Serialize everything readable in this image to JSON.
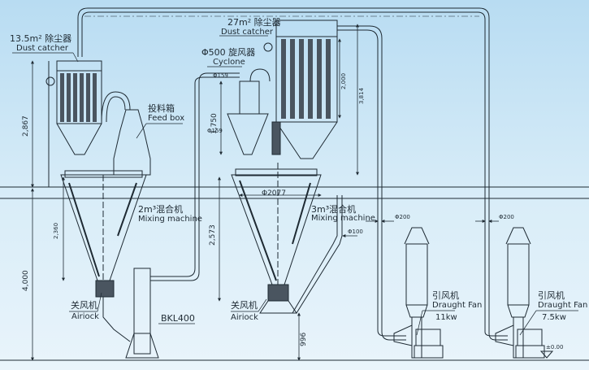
{
  "diagram": {
    "title": "Double-cone screw mixing line with dust collection",
    "colors": {
      "background": "#c5e3f5",
      "line": "#1e2a33",
      "fill_dark": "#4a5560"
    },
    "labels": {
      "dust_catcher_small_cn": "13.5m² 除尘器",
      "dust_catcher_small_en": "Dust catcher",
      "dust_catcher_large_cn": "27m² 除尘器",
      "dust_catcher_large_en": "Dust catcher",
      "cyclone_cn": "Φ500 旋风器",
      "cyclone_en": "Cyclone",
      "feed_box_cn": "投料箱",
      "feed_box_en": "Feed box",
      "mixer_small_cn": "2m³混合机",
      "mixer_small_en": "Mixing machine",
      "mixer_large_cn": "3m³混合机",
      "mixer_large_en": "Mixing machine",
      "airlock_left_cn": "关风机",
      "airlock_left_en": "Airiock",
      "airlock_right_cn": "关风机",
      "airlock_right_en": "Airiock",
      "bkl": "BKL400",
      "fan1_cn": "引风机",
      "fan1_en": "Draught Fan",
      "fan1_power": "11kw",
      "fan2_cn": "引风机",
      "fan2_en": "Draught Fan",
      "fan2_power": "7.5kw",
      "ground_level": "±0.00"
    },
    "dimensions": {
      "left_upper": "2,867",
      "left_lower": "4,000",
      "mixer_small_height": "2,360",
      "cyclone_height": "1,750",
      "cyclone_pipe_top": "Φ159",
      "cyclone_pipe_side": "Φ159",
      "mixer_large_height": "2,573",
      "mixer_large_diameter": "Φ2077",
      "bag_height": "2,000",
      "catcher_height": "3,814",
      "pipe_fan1": "Φ200",
      "pipe_fan2": "Φ200",
      "pipe_small": "Φ100",
      "discharge_height": "996"
    }
  }
}
